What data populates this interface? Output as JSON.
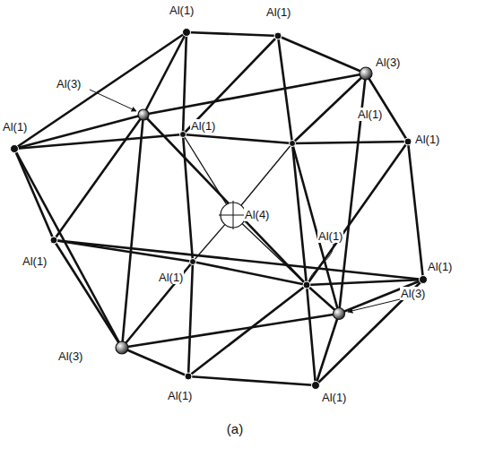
{
  "diagram": {
    "caption": "(a)",
    "labels": [
      "Al(1)",
      "Al(1)",
      "Al(3)",
      "Al(3)",
      "Al(1)",
      "Al(1)",
      "Al(1)",
      "Al(1)",
      "Al(4)",
      "Al(1)",
      "Al(1)",
      "Al(1)",
      "Al(1)",
      "Al(3)",
      "Al(3)",
      "Al(1)",
      "Al(1)"
    ]
  }
}
